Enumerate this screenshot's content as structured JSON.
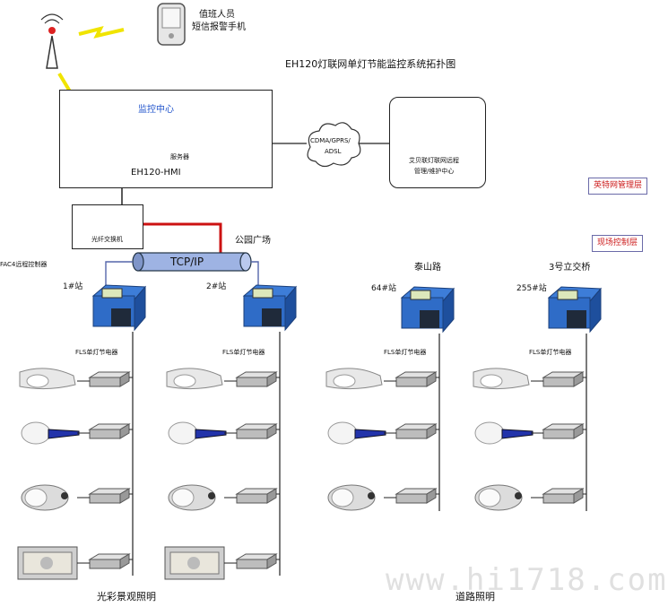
{
  "title": "EH120灯联网单灯节能监控系统拓扑图",
  "duty_phone": {
    "line1": "值班人员",
    "line2": "短信报警手机"
  },
  "monitor_center": {
    "label": "监控中心",
    "server_label": "服务器",
    "hmi_label": "EH120-HMI"
  },
  "network_cloud": {
    "line1": "CDMA/GPRS/",
    "line2": "ADSL"
  },
  "remote_center": {
    "line1": "艾贝联灯联网远程",
    "line2": "管理/维护中心"
  },
  "side_labels": {
    "management": "英特网管理层",
    "field": "现场控制层"
  },
  "fiber_switch": {
    "label": "光纤交换机"
  },
  "tcp_ip": "TCP/IP",
  "controller_caption": "FAC4远程控制器",
  "park_label": "公园广场",
  "stations": [
    {
      "id": "1#站",
      "site": ""
    },
    {
      "id": "2#站",
      "site": ""
    },
    {
      "id": "64#站",
      "site": "泰山路"
    },
    {
      "id": "255#站",
      "site": "3号立交桥"
    }
  ],
  "fls_label": "FLS单灯节电器",
  "group_labels": {
    "left": "光彩景观照明",
    "right": "道路照明"
  },
  "watermark": "www.hi1718.com",
  "colors": {
    "accent_blue": "#2255cc",
    "cable_red": "#cc1111",
    "tcp_blue": "#8fa8dd"
  }
}
